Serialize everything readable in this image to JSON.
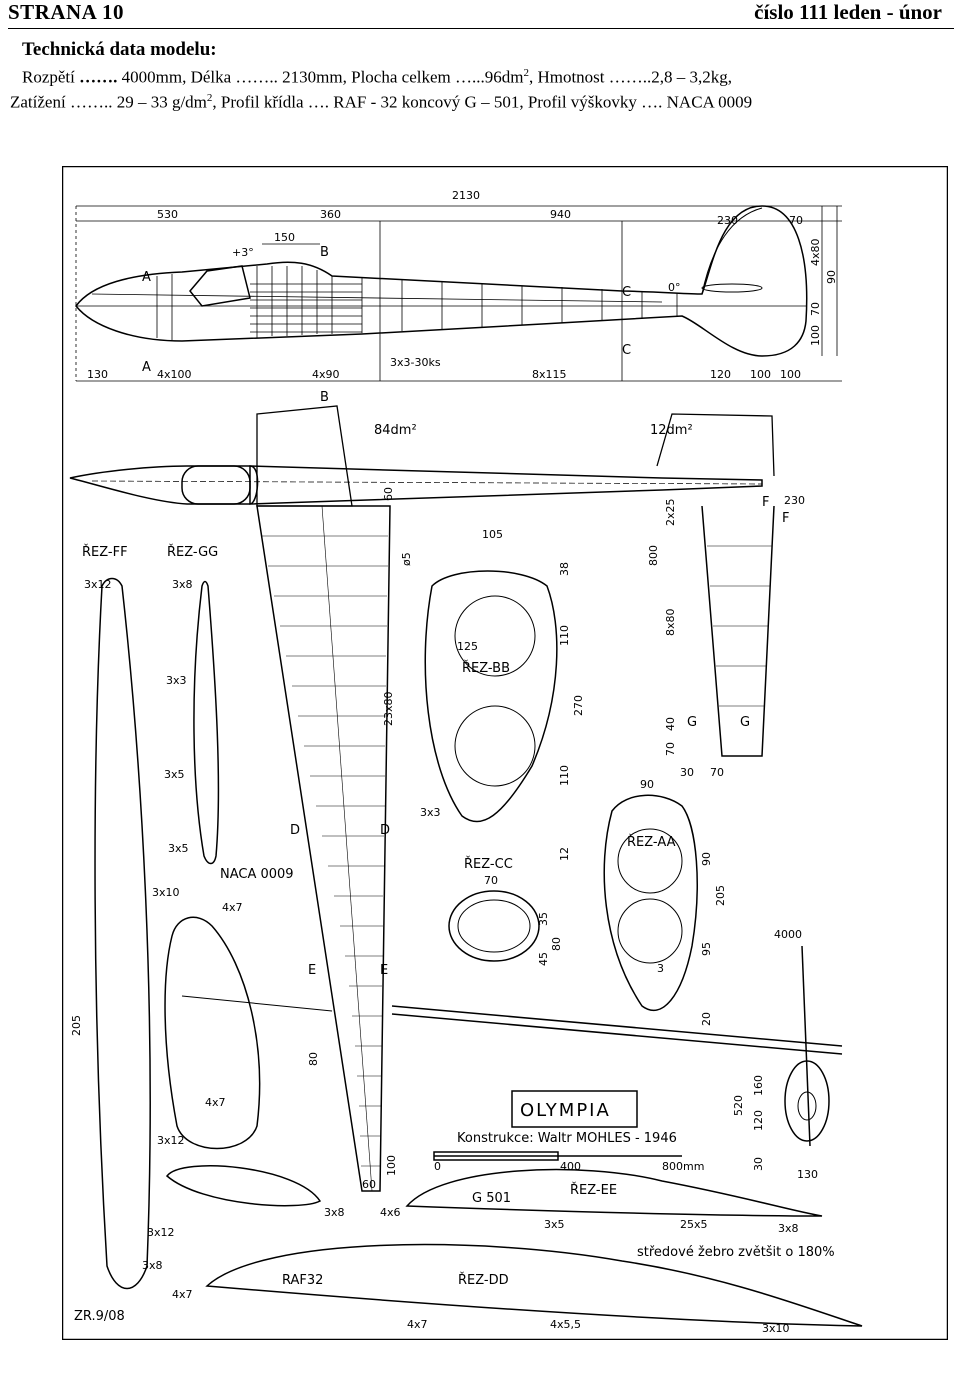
{
  "header": {
    "page": "STRANA 10",
    "issue": "číslo 111 leden - únor"
  },
  "specs": {
    "title": "Technická data modelu:",
    "rozpeti_label": "Rozpětí ",
    "rozpeti_dots": "…….",
    "rozpeti_value": " 4000mm, Délka …….. 2130mm, Plocha celkem …...96dm",
    "plocha_sup": "2",
    "hmotnost": ", Hmotnost ……..2,8 – 3,2kg,",
    "zatizeni": "Zatížení …….. 29 – 33 g/dm",
    "zatizeni_sup": "2",
    "profily": ", Profil křídla …. RAF - 32 koncový G – 501, Profil výškovky …. NACA 0009"
  },
  "plan": {
    "top_dims": [
      "2130",
      "530",
      "360",
      "940",
      "230",
      "70",
      "150",
      "+3°",
      "0°"
    ],
    "bottom_dims": [
      "130",
      "4x100",
      "4x90",
      "3x3-30ks",
      "8x115",
      "120",
      "100",
      "100"
    ],
    "side_dims": [
      "4x80",
      "90",
      "70",
      "100"
    ],
    "section_letters": [
      "A",
      "A",
      "B",
      "B",
      "C",
      "C"
    ],
    "wing_area": "84dm²",
    "tail_area": "12dm²",
    "sections": [
      "ŘEZ-FF",
      "ŘEZ-GG",
      "ŘEZ-BB",
      "ŘEZ-CC",
      "ŘEZ-AA",
      "ŘEZ-EE",
      "ŘEZ-DD"
    ],
    "spar_labels": [
      "3x12",
      "3x8",
      "3x3",
      "3x5",
      "3x5",
      "3x10",
      "4x7",
      "4x7",
      "3x12",
      "3x12",
      "3x8",
      "4x7",
      "3x8",
      "4x6",
      "3x5",
      "25x5",
      "3x8",
      "4x7",
      "4x5,5",
      "3x10",
      "3x3",
      "3"
    ],
    "profile_naca": "NACA 0009",
    "profile_g": "G 501",
    "profile_raf": "RAF32",
    "wing_dims": [
      "60",
      "ø5",
      "23x80",
      "105",
      "38",
      "110",
      "125",
      "270",
      "110",
      "12",
      "70",
      "35",
      "80",
      "45",
      "90",
      "90",
      "205",
      "95",
      "20",
      "60",
      "100",
      "205",
      "80"
    ],
    "tail_dims": [
      "230",
      "2x25",
      "800",
      "8x80",
      "70",
      "40",
      "30",
      "70",
      "4000",
      "520",
      "160",
      "120",
      "30",
      "130"
    ],
    "station_letters": [
      "D",
      "D",
      "E",
      "E",
      "F",
      "F",
      "G",
      "G"
    ],
    "title": "OLYMPIA",
    "author": "Konstrukce: Waltr MOHLES - 1946",
    "scale_labels": [
      "0",
      "400",
      "800mm"
    ],
    "rib_note": "středové žebro zvětšit o 180%",
    "drawing_id": "ZR.9/08"
  }
}
